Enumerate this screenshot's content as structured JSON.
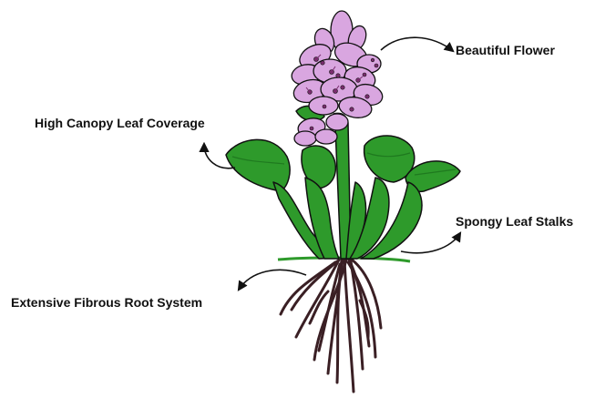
{
  "labels": {
    "flower": "Beautiful Flower",
    "canopy": "High Canopy Leaf Coverage",
    "stalks": "Spongy Leaf Stalks",
    "roots": "Extensive Fibrous Root System"
  },
  "colors": {
    "leaf": "#2e9a2b",
    "leaf_dark": "#1f7a1f",
    "petal": "#d9a6e0",
    "petal_center": "#7a2d6f",
    "root": "#3a1f24",
    "outline": "#111111",
    "arrow": "#111111"
  }
}
